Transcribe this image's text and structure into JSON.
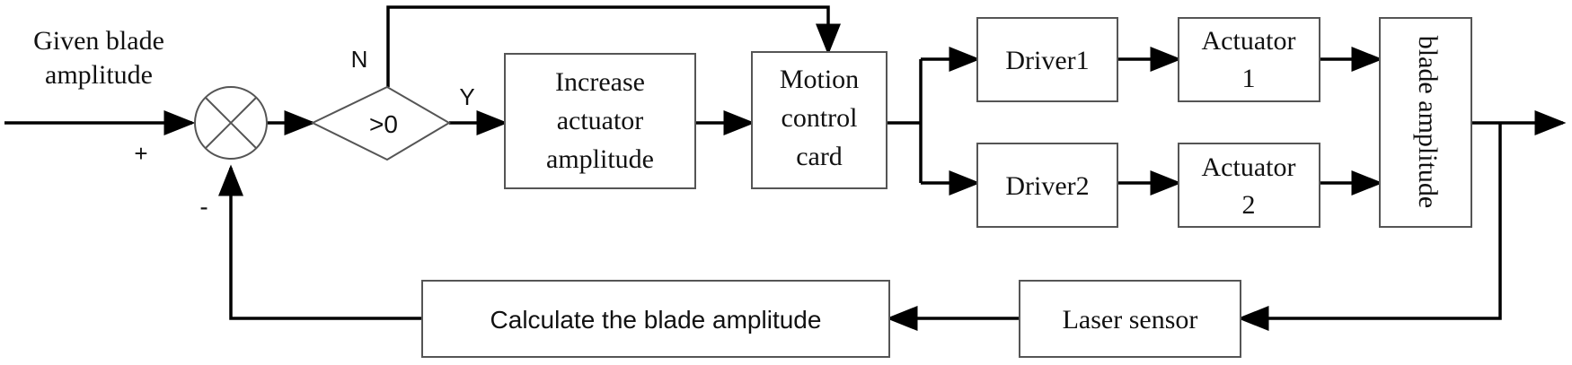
{
  "input": {
    "label_line1": "Given blade",
    "label_line2": "amplitude",
    "plus_sign": "+",
    "minus_sign": "-"
  },
  "decision": {
    "label": ">0",
    "no_label": "N",
    "yes_label": "Y"
  },
  "blocks": {
    "increase": [
      "Increase",
      "actuator",
      "amplitude"
    ],
    "motion": [
      "Motion",
      "control",
      "card"
    ],
    "driver1": "Driver1",
    "driver2": "Driver2",
    "actuator1": [
      "Actuator",
      "1"
    ],
    "actuator2": [
      "Actuator",
      "2"
    ],
    "blade_amplitude": "blade amplitude",
    "laser_sensor": "Laser sensor",
    "calculate": "Calculate the blade amplitude"
  },
  "colors": {
    "line": "#000000",
    "box_border": "#555555",
    "text": "#111111"
  }
}
